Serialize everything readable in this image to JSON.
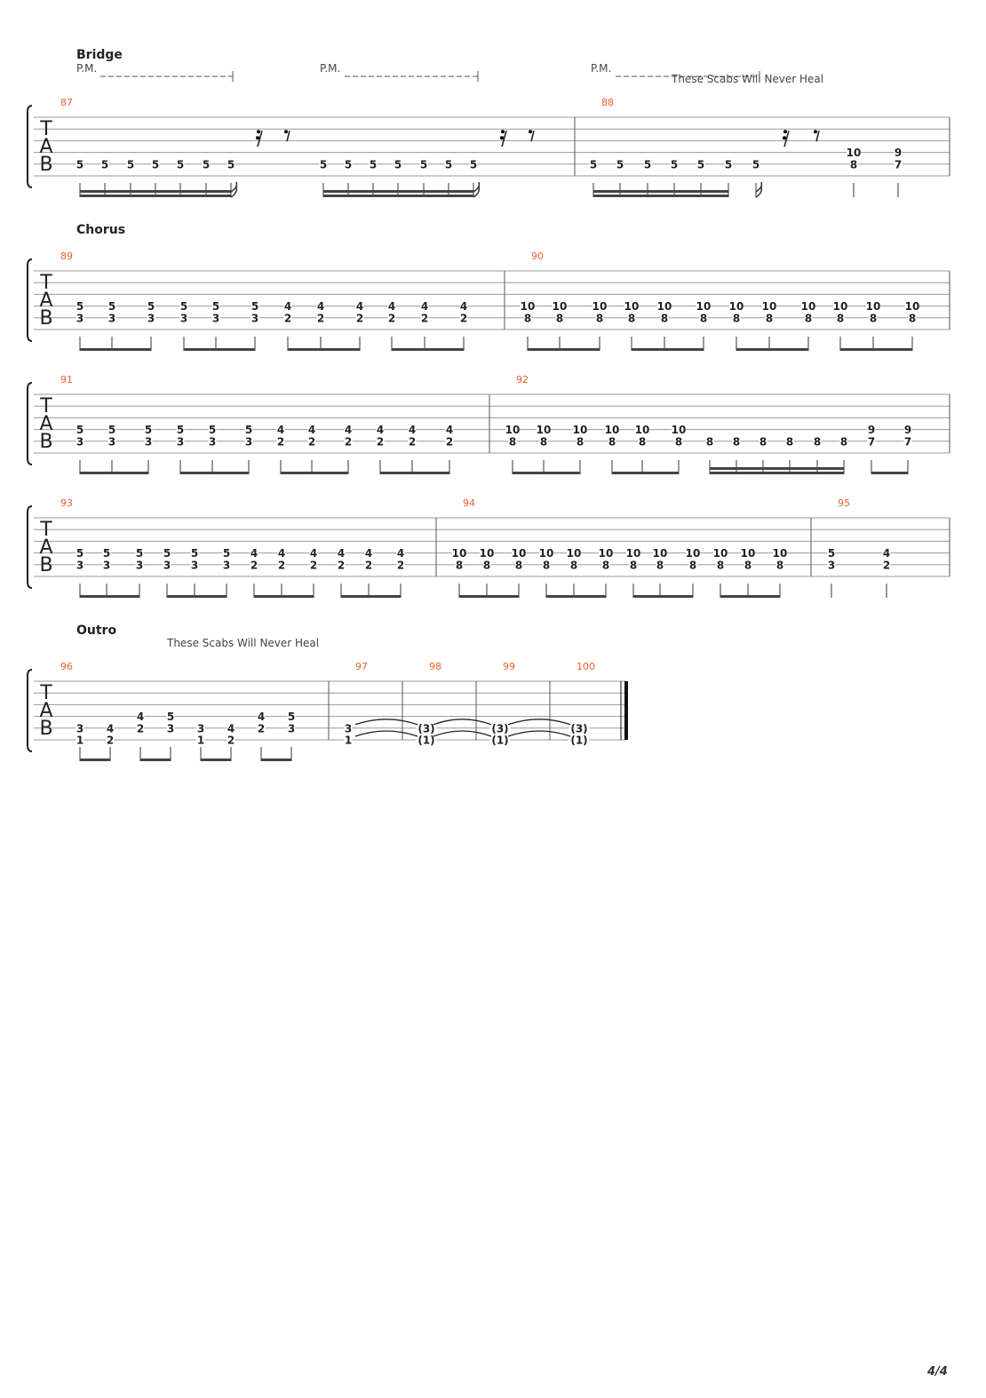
{
  "page": {
    "number": "4/4"
  },
  "sections": [
    {
      "id": "bridge",
      "label": "Bridge",
      "lyric": "These Scabs Will Never Heal",
      "pm": [
        "P.M.",
        "P.M.",
        "P.M."
      ]
    },
    {
      "id": "chorus",
      "label": "Chorus"
    },
    {
      "id": "outro",
      "label": "Outro",
      "lyric": "These Scabs Will Never Heal"
    }
  ],
  "tab_clef": [
    "T",
    "A",
    "B"
  ],
  "systems": [
    {
      "measures": [
        {
          "number": "87",
          "events": [
            {
              "s5": "5"
            },
            {
              "s5": "5"
            },
            {
              "s5": "5"
            },
            {
              "s5": "5"
            },
            {
              "s5": "5"
            },
            {
              "s5": "5"
            },
            {
              "s5": "5"
            },
            {
              "rest": "16th"
            },
            {
              "rest": "8th"
            },
            {
              "s5": "5"
            },
            {
              "s5": "5"
            },
            {
              "s5": "5"
            },
            {
              "s5": "5"
            },
            {
              "s5": "5"
            },
            {
              "s5": "5"
            },
            {
              "s5": "5"
            },
            {
              "rest": "16th"
            },
            {
              "rest": "8th"
            }
          ]
        },
        {
          "number": "88",
          "events": [
            {
              "s5": "5"
            },
            {
              "s5": "5"
            },
            {
              "s5": "5"
            },
            {
              "s5": "5"
            },
            {
              "s5": "5"
            },
            {
              "s5": "5"
            },
            {
              "s5": "5"
            },
            {
              "rest": "16th"
            },
            {
              "rest": "8th"
            },
            {
              "s4": "10",
              "s5": "8"
            },
            {
              "s4": "9",
              "s5": "7"
            }
          ]
        }
      ]
    },
    {
      "measures": [
        {
          "number": "89",
          "events": [
            {
              "s4": "5",
              "s5": "3"
            },
            {
              "s4": "5",
              "s5": "3"
            },
            {
              "s4": "5",
              "s5": "3"
            },
            {
              "s4": "5",
              "s5": "3"
            },
            {
              "s4": "5",
              "s5": "3"
            },
            {
              "s4": "5",
              "s5": "3"
            },
            {
              "s4": "4",
              "s5": "2"
            },
            {
              "s4": "4",
              "s5": "2"
            },
            {
              "s4": "4",
              "s5": "2"
            },
            {
              "s4": "4",
              "s5": "2"
            },
            {
              "s4": "4",
              "s5": "2"
            },
            {
              "s4": "4",
              "s5": "2"
            }
          ]
        },
        {
          "number": "90",
          "events": [
            {
              "s4": "10",
              "s5": "8"
            },
            {
              "s4": "10",
              "s5": "8"
            },
            {
              "s4": "10",
              "s5": "8"
            },
            {
              "s4": "10",
              "s5": "8"
            },
            {
              "s4": "10",
              "s5": "8"
            },
            {
              "s4": "10",
              "s5": "8"
            },
            {
              "s4": "10",
              "s5": "8"
            },
            {
              "s4": "10",
              "s5": "8"
            },
            {
              "s4": "10",
              "s5": "8"
            },
            {
              "s4": "10",
              "s5": "8"
            },
            {
              "s4": "10",
              "s5": "8"
            },
            {
              "s4": "10",
              "s5": "8"
            }
          ]
        }
      ]
    },
    {
      "measures": [
        {
          "number": "91",
          "events": [
            {
              "s4": "5",
              "s5": "3"
            },
            {
              "s4": "5",
              "s5": "3"
            },
            {
              "s4": "5",
              "s5": "3"
            },
            {
              "s4": "5",
              "s5": "3"
            },
            {
              "s4": "5",
              "s5": "3"
            },
            {
              "s4": "5",
              "s5": "3"
            },
            {
              "s4": "4",
              "s5": "2"
            },
            {
              "s4": "4",
              "s5": "2"
            },
            {
              "s4": "4",
              "s5": "2"
            },
            {
              "s4": "4",
              "s5": "2"
            },
            {
              "s4": "4",
              "s5": "2"
            },
            {
              "s4": "4",
              "s5": "2"
            }
          ]
        },
        {
          "number": "92",
          "events": [
            {
              "s4": "10",
              "s5": "8"
            },
            {
              "s4": "10",
              "s5": "8"
            },
            {
              "s4": "10",
              "s5": "8"
            },
            {
              "s4": "10",
              "s5": "8"
            },
            {
              "s4": "10",
              "s5": "8"
            },
            {
              "s4": "10",
              "s5": "8"
            },
            {
              "s5": "8"
            },
            {
              "s5": "8"
            },
            {
              "s5": "8"
            },
            {
              "s5": "8"
            },
            {
              "s5": "8"
            },
            {
              "s5": "8"
            },
            {
              "s4": "9",
              "s5": "7"
            },
            {
              "s4": "9",
              "s5": "7"
            }
          ]
        }
      ]
    },
    {
      "measures": [
        {
          "number": "93",
          "events": [
            {
              "s4": "5",
              "s5": "3"
            },
            {
              "s4": "5",
              "s5": "3"
            },
            {
              "s4": "5",
              "s5": "3"
            },
            {
              "s4": "5",
              "s5": "3"
            },
            {
              "s4": "5",
              "s5": "3"
            },
            {
              "s4": "5",
              "s5": "3"
            },
            {
              "s4": "4",
              "s5": "2"
            },
            {
              "s4": "4",
              "s5": "2"
            },
            {
              "s4": "4",
              "s5": "2"
            },
            {
              "s4": "4",
              "s5": "2"
            },
            {
              "s4": "4",
              "s5": "2"
            },
            {
              "s4": "4",
              "s5": "2"
            }
          ]
        },
        {
          "number": "94",
          "events": [
            {
              "s4": "10",
              "s5": "8"
            },
            {
              "s4": "10",
              "s5": "8"
            },
            {
              "s4": "10",
              "s5": "8"
            },
            {
              "s4": "10",
              "s5": "8"
            },
            {
              "s4": "10",
              "s5": "8"
            },
            {
              "s4": "10",
              "s5": "8"
            },
            {
              "s4": "10",
              "s5": "8"
            },
            {
              "s4": "10",
              "s5": "8"
            },
            {
              "s4": "10",
              "s5": "8"
            },
            {
              "s4": "10",
              "s5": "8"
            },
            {
              "s4": "10",
              "s5": "8"
            },
            {
              "s4": "10",
              "s5": "8"
            }
          ]
        },
        {
          "number": "95",
          "events": [
            {
              "s4": "5",
              "s5": "3"
            },
            {
              "s4": "4",
              "s5": "2"
            }
          ]
        }
      ]
    },
    {
      "measures": [
        {
          "number": "96",
          "events": [
            {
              "s5": "3",
              "s6": "1"
            },
            {
              "s5": "4",
              "s6": "2"
            },
            {
              "s4": "4",
              "s5": "2"
            },
            {
              "s4": "5",
              "s5": "3"
            },
            {
              "s5": "3",
              "s6": "1"
            },
            {
              "s5": "4",
              "s6": "2"
            },
            {
              "s4": "4",
              "s5": "2"
            },
            {
              "s4": "5",
              "s5": "3"
            }
          ]
        },
        {
          "number": "97",
          "events": [
            {
              "s5": "3",
              "s6": "1"
            }
          ]
        },
        {
          "number": "98",
          "events": [
            {
              "s5": "(3)",
              "s6": "(1)"
            }
          ]
        },
        {
          "number": "99",
          "events": [
            {
              "s5": "(3)",
              "s6": "(1)"
            }
          ]
        },
        {
          "number": "100",
          "events": [
            {
              "s5": "(3)",
              "s6": "(1)"
            }
          ]
        }
      ]
    }
  ]
}
